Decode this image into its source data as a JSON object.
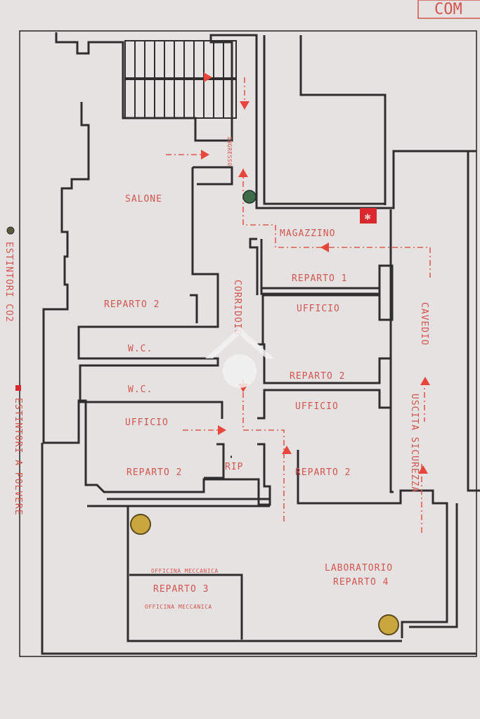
{
  "legend": {
    "co2_label": "ESTINTORI CO2",
    "powder_label": "ESTINTORI A POLVERE",
    "co2_color": "#3d6b48",
    "powder_color": "#c9a73c"
  },
  "corner_text": "COM",
  "rooms": {
    "salone": "SALONE",
    "ingresso": "INGRESSO",
    "magazzino": "MAGAZZINO",
    "reparto1": "REPARTO 1",
    "reparto2_left": "REPARTO 2",
    "ufficio_right_top": "UFFICIO",
    "corridoio": "CORRIDOIO",
    "wc_1": "W.C.",
    "wc_2": "W.C.",
    "cavedio": "CAVEDIO",
    "reparto2_mid": "REPARTO 2",
    "ufficio_right_mid": "UFFICIO",
    "uscita_sicurezza": "USCITA SICUREZZA",
    "ufficio_left": "UFFICIO",
    "reparto2_bottom_left": "REPARTO 2",
    "rip": "RIP",
    "reparto2_bottom_right": "REPARTO 2",
    "reparto3_top": "OFFICINA MECCANICA",
    "reparto3": "REPARTO 3",
    "reparto3_sub": "OFFICINA MECCANICA",
    "laboratorio": "LABORATORIO",
    "reparto4": "REPARTO 4"
  }
}
